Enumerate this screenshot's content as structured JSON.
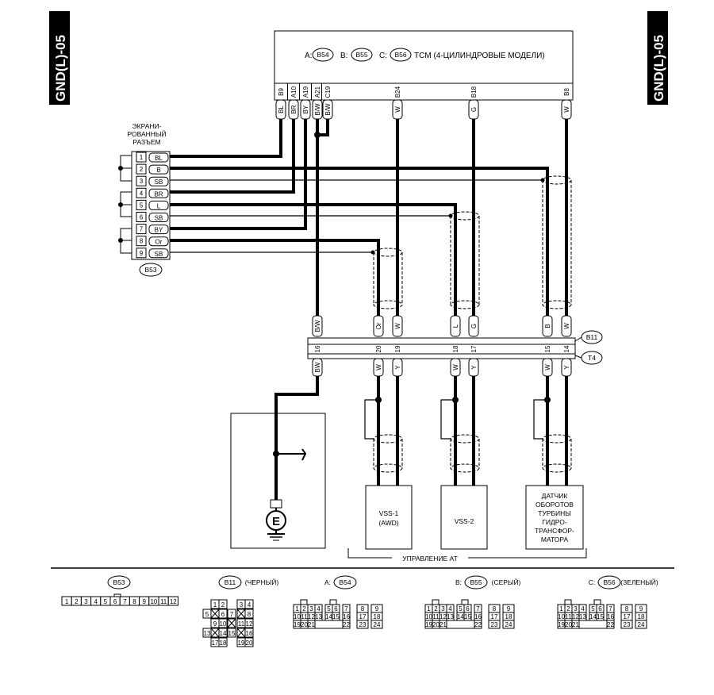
{
  "page_tag": "GND(L)-05",
  "tcm": {
    "label_a": "A:",
    "conn_a": "B54",
    "label_b": "B:",
    "conn_b": "B55",
    "label_c": "C:",
    "conn_c": "B56",
    "title": "TCM (4-ЦИЛИНДРОВЫЕ МОДЕЛИ)",
    "pins": [
      {
        "id": "B9",
        "color": "BL"
      },
      {
        "id": "A10",
        "color": "BR"
      },
      {
        "id": "A19",
        "color": "BY"
      },
      {
        "id": "A21",
        "color": "B/W"
      },
      {
        "id": "C19",
        "color": "B/W"
      },
      {
        "id": "B24",
        "color": "W"
      },
      {
        "id": "B18",
        "color": "G"
      },
      {
        "id": "B8",
        "color": "W"
      }
    ]
  },
  "shield_connector": {
    "label": [
      "ЭКРАНИ-",
      "РОВАННЫЙ",
      "РАЗЪЕМ"
    ],
    "name": "B53",
    "pins": [
      {
        "num": "1",
        "color": "BL"
      },
      {
        "num": "2",
        "color": "B"
      },
      {
        "num": "3",
        "color": "SB"
      },
      {
        "num": "4",
        "color": "BR"
      },
      {
        "num": "5",
        "color": "L"
      },
      {
        "num": "6",
        "color": "SB"
      },
      {
        "num": "7",
        "color": "BY"
      },
      {
        "num": "8",
        "color": "Or"
      },
      {
        "num": "9",
        "color": "SB"
      }
    ]
  },
  "junction": {
    "upper_name": "B11",
    "lower_name": "T4",
    "pins": [
      {
        "num": "16",
        "top": "B/W",
        "bottom": "BW"
      },
      {
        "num": "20",
        "top": "Or",
        "bottom": "W"
      },
      {
        "num": "19",
        "top": "W",
        "bottom": "Y"
      },
      {
        "num": "18",
        "top": "L",
        "bottom": "W"
      },
      {
        "num": "17",
        "top": "G",
        "bottom": "Y"
      },
      {
        "num": "15",
        "top": "B",
        "bottom": "W"
      },
      {
        "num": "14",
        "top": "W",
        "bottom": "Y"
      }
    ]
  },
  "ground_symbol": "E",
  "sensors": {
    "vss1": [
      "VSS-1",
      "(AWD)"
    ],
    "vss2": [
      "VSS-2"
    ],
    "turbine": [
      "ДАТЧИК",
      "ОБОРОТОВ",
      "ТУРБИНЫ",
      "ГИДРО-",
      "ТРАНСФОР-",
      "МАТОРА"
    ]
  },
  "at_control_label": "УПРАВЛЕНИЕ АТ",
  "legend": {
    "b53": {
      "name": "B53",
      "pins": [
        "1",
        "2",
        "3",
        "4",
        "5",
        "6",
        "7",
        "8",
        "9",
        "10",
        "11",
        "12"
      ]
    },
    "b11": {
      "name": "B11",
      "desc": "(ЧЕРНЫЙ)",
      "rows": [
        [
          "1",
          "2",
          "",
          "3",
          "4"
        ],
        [
          "5",
          "6",
          "7",
          "8"
        ],
        [
          "9",
          "10",
          "11",
          "12"
        ],
        [
          "13",
          "14",
          "15",
          "16"
        ],
        [
          "17",
          "18",
          "",
          "19",
          "20"
        ]
      ]
    },
    "b54": {
      "prefix": "A:",
      "name": "B54",
      "desc": ""
    },
    "b55": {
      "prefix": "B:",
      "name": "B55",
      "desc": "(СЕРЫЙ)"
    },
    "b56": {
      "prefix": "C:",
      "name": "B56",
      "desc": "(ЗЕЛЕНЫЙ)"
    },
    "block24": {
      "row1": [
        "1",
        "2",
        "3",
        "4",
        "5",
        "6",
        "7",
        "8",
        "9"
      ],
      "row2": [
        "10",
        "11",
        "12",
        "13",
        "14",
        "15",
        "16",
        "17",
        "18"
      ],
      "row3": [
        "19",
        "20",
        "21",
        "22",
        "23",
        "24"
      ]
    }
  }
}
